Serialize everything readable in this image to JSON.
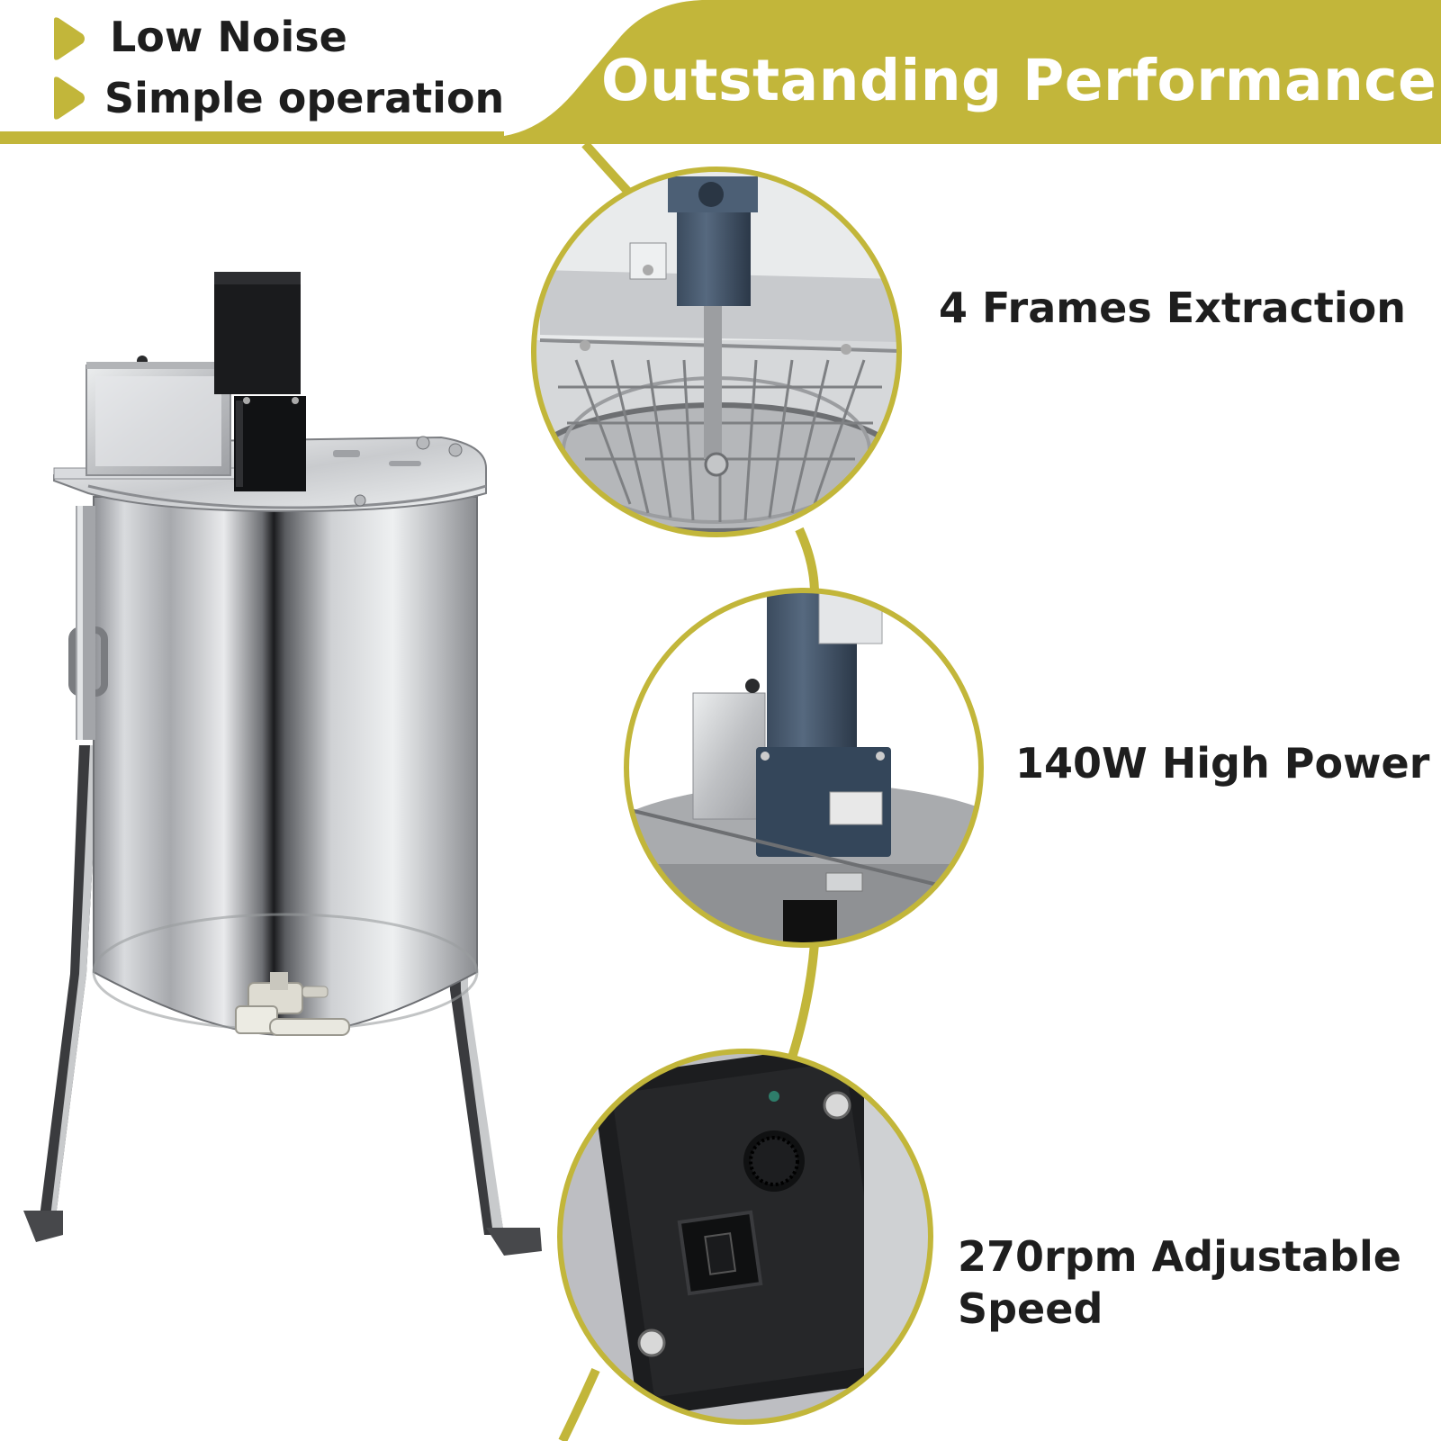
{
  "header": {
    "features": [
      {
        "label": "Low Noise",
        "icon": "triangle-bullet-icon"
      },
      {
        "label": "Simple operation",
        "icon": "triangle-bullet-icon"
      }
    ],
    "headline": "Outstanding Performance"
  },
  "highlights": [
    {
      "label": "4 Frames Extraction"
    },
    {
      "label": "140W High Power"
    },
    {
      "label": "270rpm Adjustable Speed"
    }
  ],
  "colors": {
    "accent": "#c2b63a",
    "text": "#1e1e1e",
    "headline_text": "#ffffff",
    "background": "#ffffff"
  }
}
